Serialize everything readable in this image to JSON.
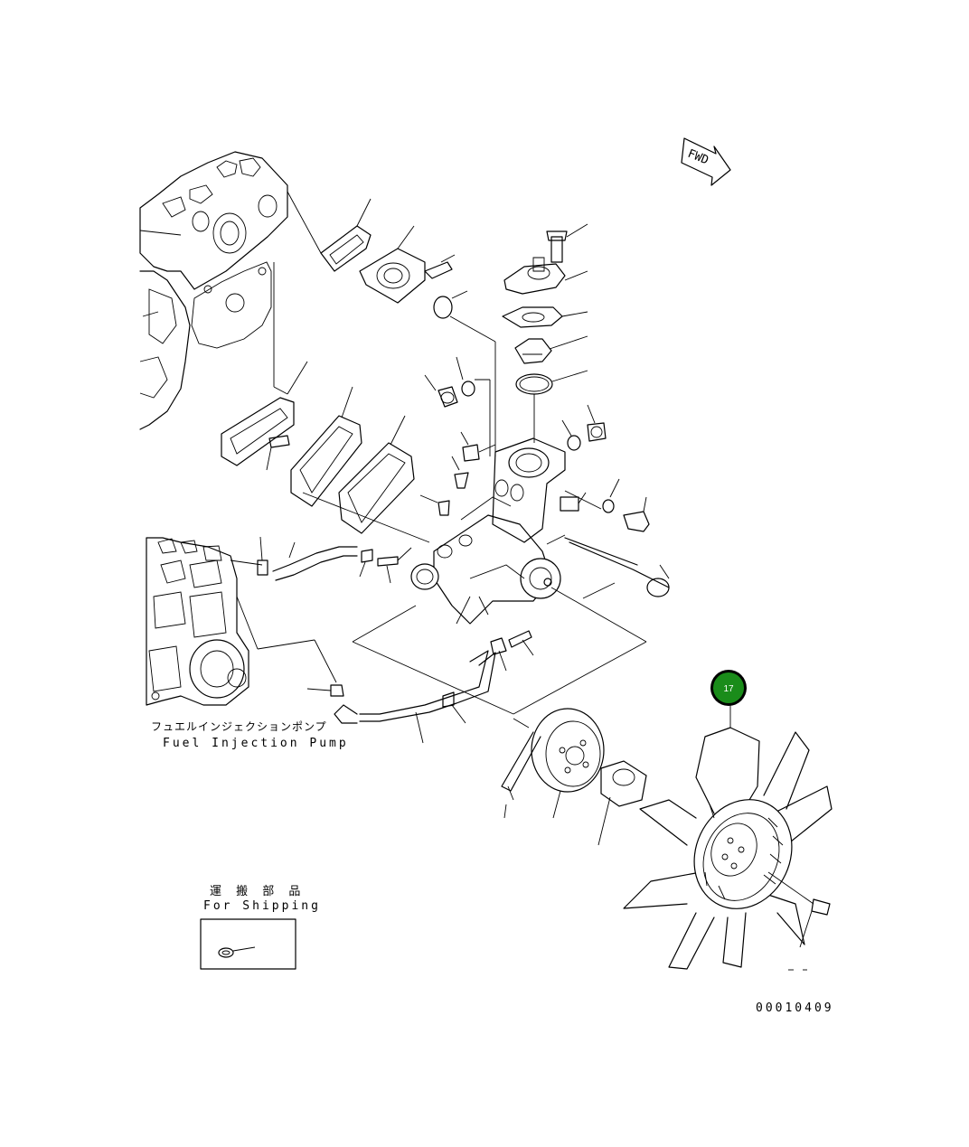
{
  "labels": {
    "fuel_pump_jp": "フュエルインジェクションポンプ",
    "fuel_pump_en": "Fuel Injection Pump",
    "shipping_jp": "運 搬 部 品",
    "shipping_en": "For Shipping",
    "fwd": "FWD",
    "drawing_number": "00010409"
  },
  "callouts": [
    {
      "number": "17",
      "color": "#1a8c1a"
    }
  ]
}
